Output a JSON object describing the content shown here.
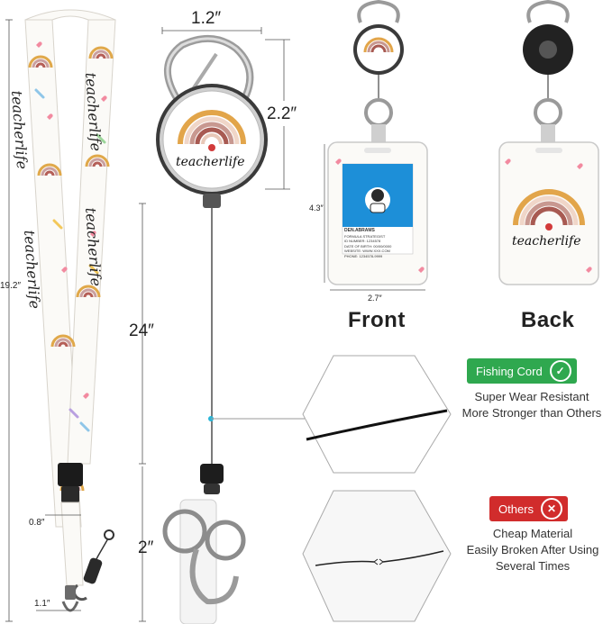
{
  "dimensions": {
    "reel_width": "1.2″",
    "reel_height": "2.2″",
    "lanyard_length": "19.2″",
    "cord_length": "24″",
    "ring_length": "2″",
    "strap_width": "0.8″",
    "strap_bottom": "1.1″",
    "card_height": "4.3″",
    "card_width": "2.7″"
  },
  "brand_text": "teacherlife",
  "id_card": {
    "name": "DEN.ABRAMS",
    "subtitle": "FORMULA STRATEGIST",
    "lines": [
      "ID NUMBER: 1234578",
      "DATE OF BIRTH: 00/00/0000",
      "WEBSITE: WWW.XXX.COM",
      "PHONE: 1234578-9999"
    ]
  },
  "labels": {
    "front": "Front",
    "back": "Back"
  },
  "fishing_cord": {
    "badge": "Fishing Cord",
    "line1": "Super Wear Resistant",
    "line2": "More Stronger than Others",
    "color": "#2fa84f"
  },
  "others": {
    "badge": "Others",
    "line1": "Cheap Material",
    "line2": "Easily Broken After Using",
    "line3": "Several Times",
    "color": "#d12c2c"
  }
}
